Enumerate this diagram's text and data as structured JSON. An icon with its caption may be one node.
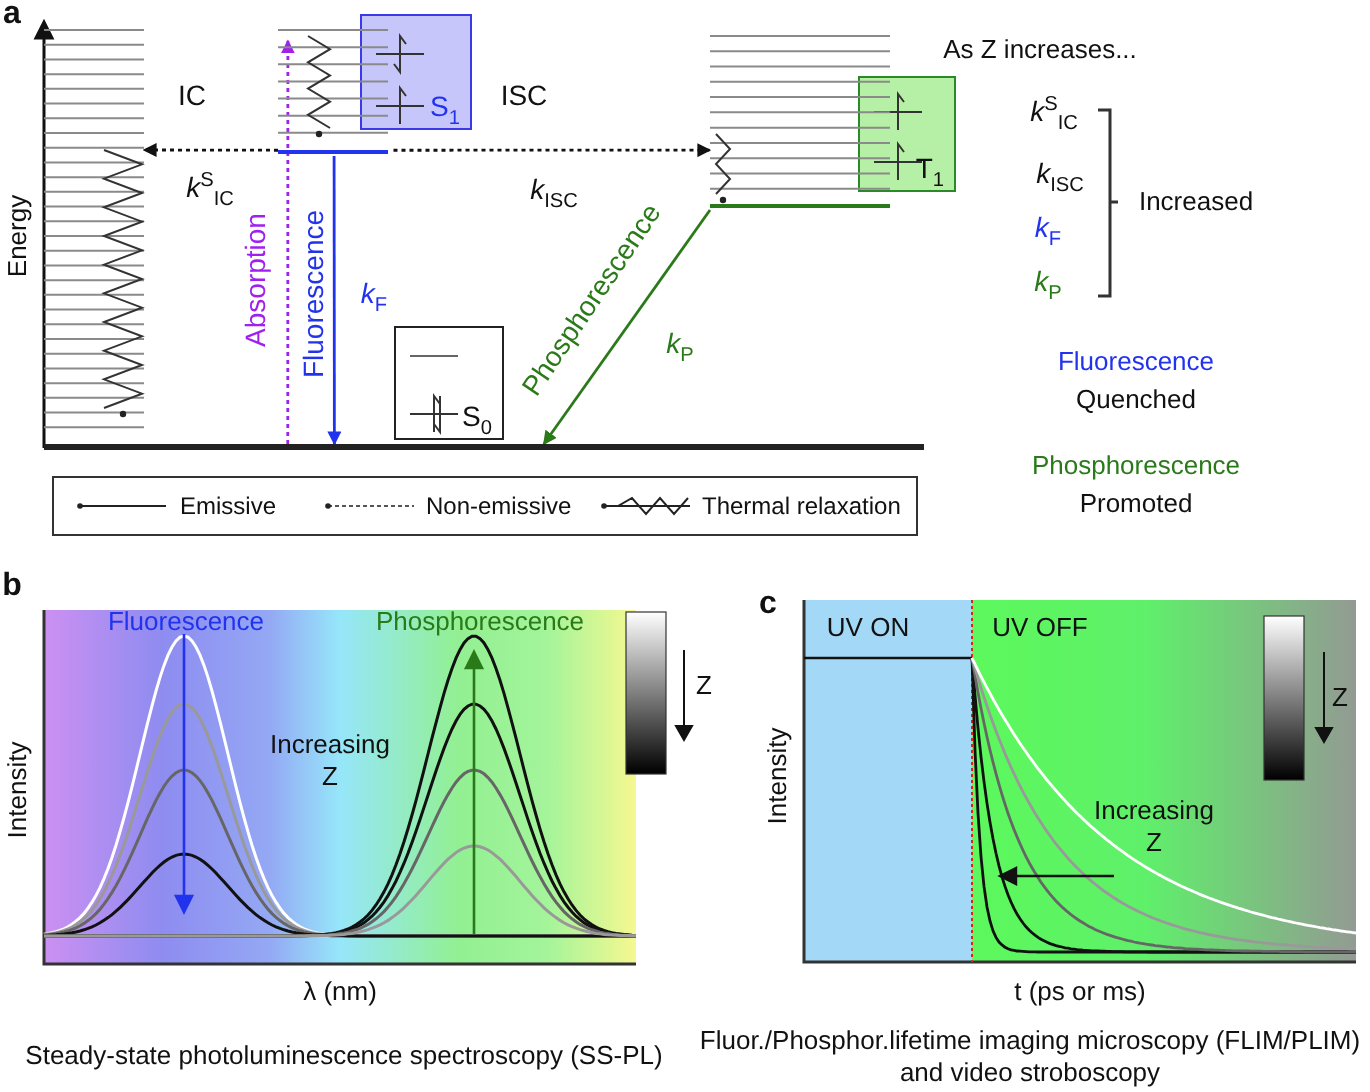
{
  "diagram": {
    "nodes": [
      {
        "text": [
          "S$_{1}$"
        ]
      },
      {
        "text": [
          "T$_{1}$"
        ]
      },
      {
        "text": [
          "S$_{0}$"
        ]
      },
      {
        "text": [],
        "shape": "bar"
      },
      {
        "text": [],
        "shape": "bar"
      },
      {
        "text": [],
        "shape": "bar"
      },
      {
        "text": [],
        "shape": "bar"
      }
    ],
    "edges": [
      {
        "from": 4,
        "to": 3,
        "arrow": "to",
        "label": "IC",
        "style": "dashed"
      },
      {
        "from": 4,
        "to": 5,
        "arrow": "to",
        "label": "ISC",
        "style": "dashed"
      },
      {
        "from": 6,
        "to": 4,
        "arrow": "to",
        "label": "Absorption",
        "style": "dashed",
        "color": "#a020f0"
      },
      {
        "from": 4,
        "to": 6,
        "arrow": "to",
        "label": "Fluorescence",
        "color": "#2233ee"
      },
      {
        "from": 5,
        "to": 6,
        "arrow": "to",
        "label": "Phosphorescence",
        "color": "#2a7a1a"
      }
    ],
    "labels": [
      "a",
      "Energy",
      "*k*$^{S}$$_{IC}$",
      "*k*$_{ISC}$",
      "*k*$_{F}$",
      "*k*$_{P}$",
      "As Z increases...",
      "*k*$^{S}$$_{IC}$",
      "*k*$_{ISC}$",
      "*k*$_{F}$",
      "*k*$_{P}$",
      "Increased",
      "Fluorescence",
      "Quenched",
      "Phosphorescence",
      "Promoted",
      "b",
      "Fluorescence",
      "Phosphorescence",
      "Increasing Z",
      "Z",
      "Intensity",
      "λ (nm)",
      "Steady-state photoluminescence spectroscopy (SS-PL)",
      "c",
      "UV ON",
      "UV OFF",
      "Z",
      "Increasing Z",
      "Intensity",
      "t (ps or ms)",
      "Fluor./Phosphor.lifetime imaging microscopy (FLIM/PLIM) and video stroboscopy"
    ],
    "legend": [
      {
        "text": "Emissive"
      },
      {
        "text": "Non-emissive"
      },
      {
        "text": "Thermal relaxation"
      }
    ]
  }
}
